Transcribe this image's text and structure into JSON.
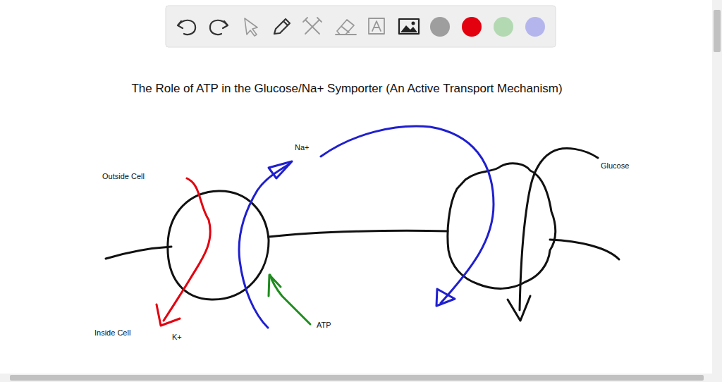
{
  "diagram": {
    "title": "The Role of ATP in the Glucose/Na+ Symporter (An Active Transport Mechanism)",
    "labels": [
      "Outside Cell",
      "Na+",
      "Glucose",
      "Inside Cell",
      "K+",
      "ATP"
    ]
  }
}
